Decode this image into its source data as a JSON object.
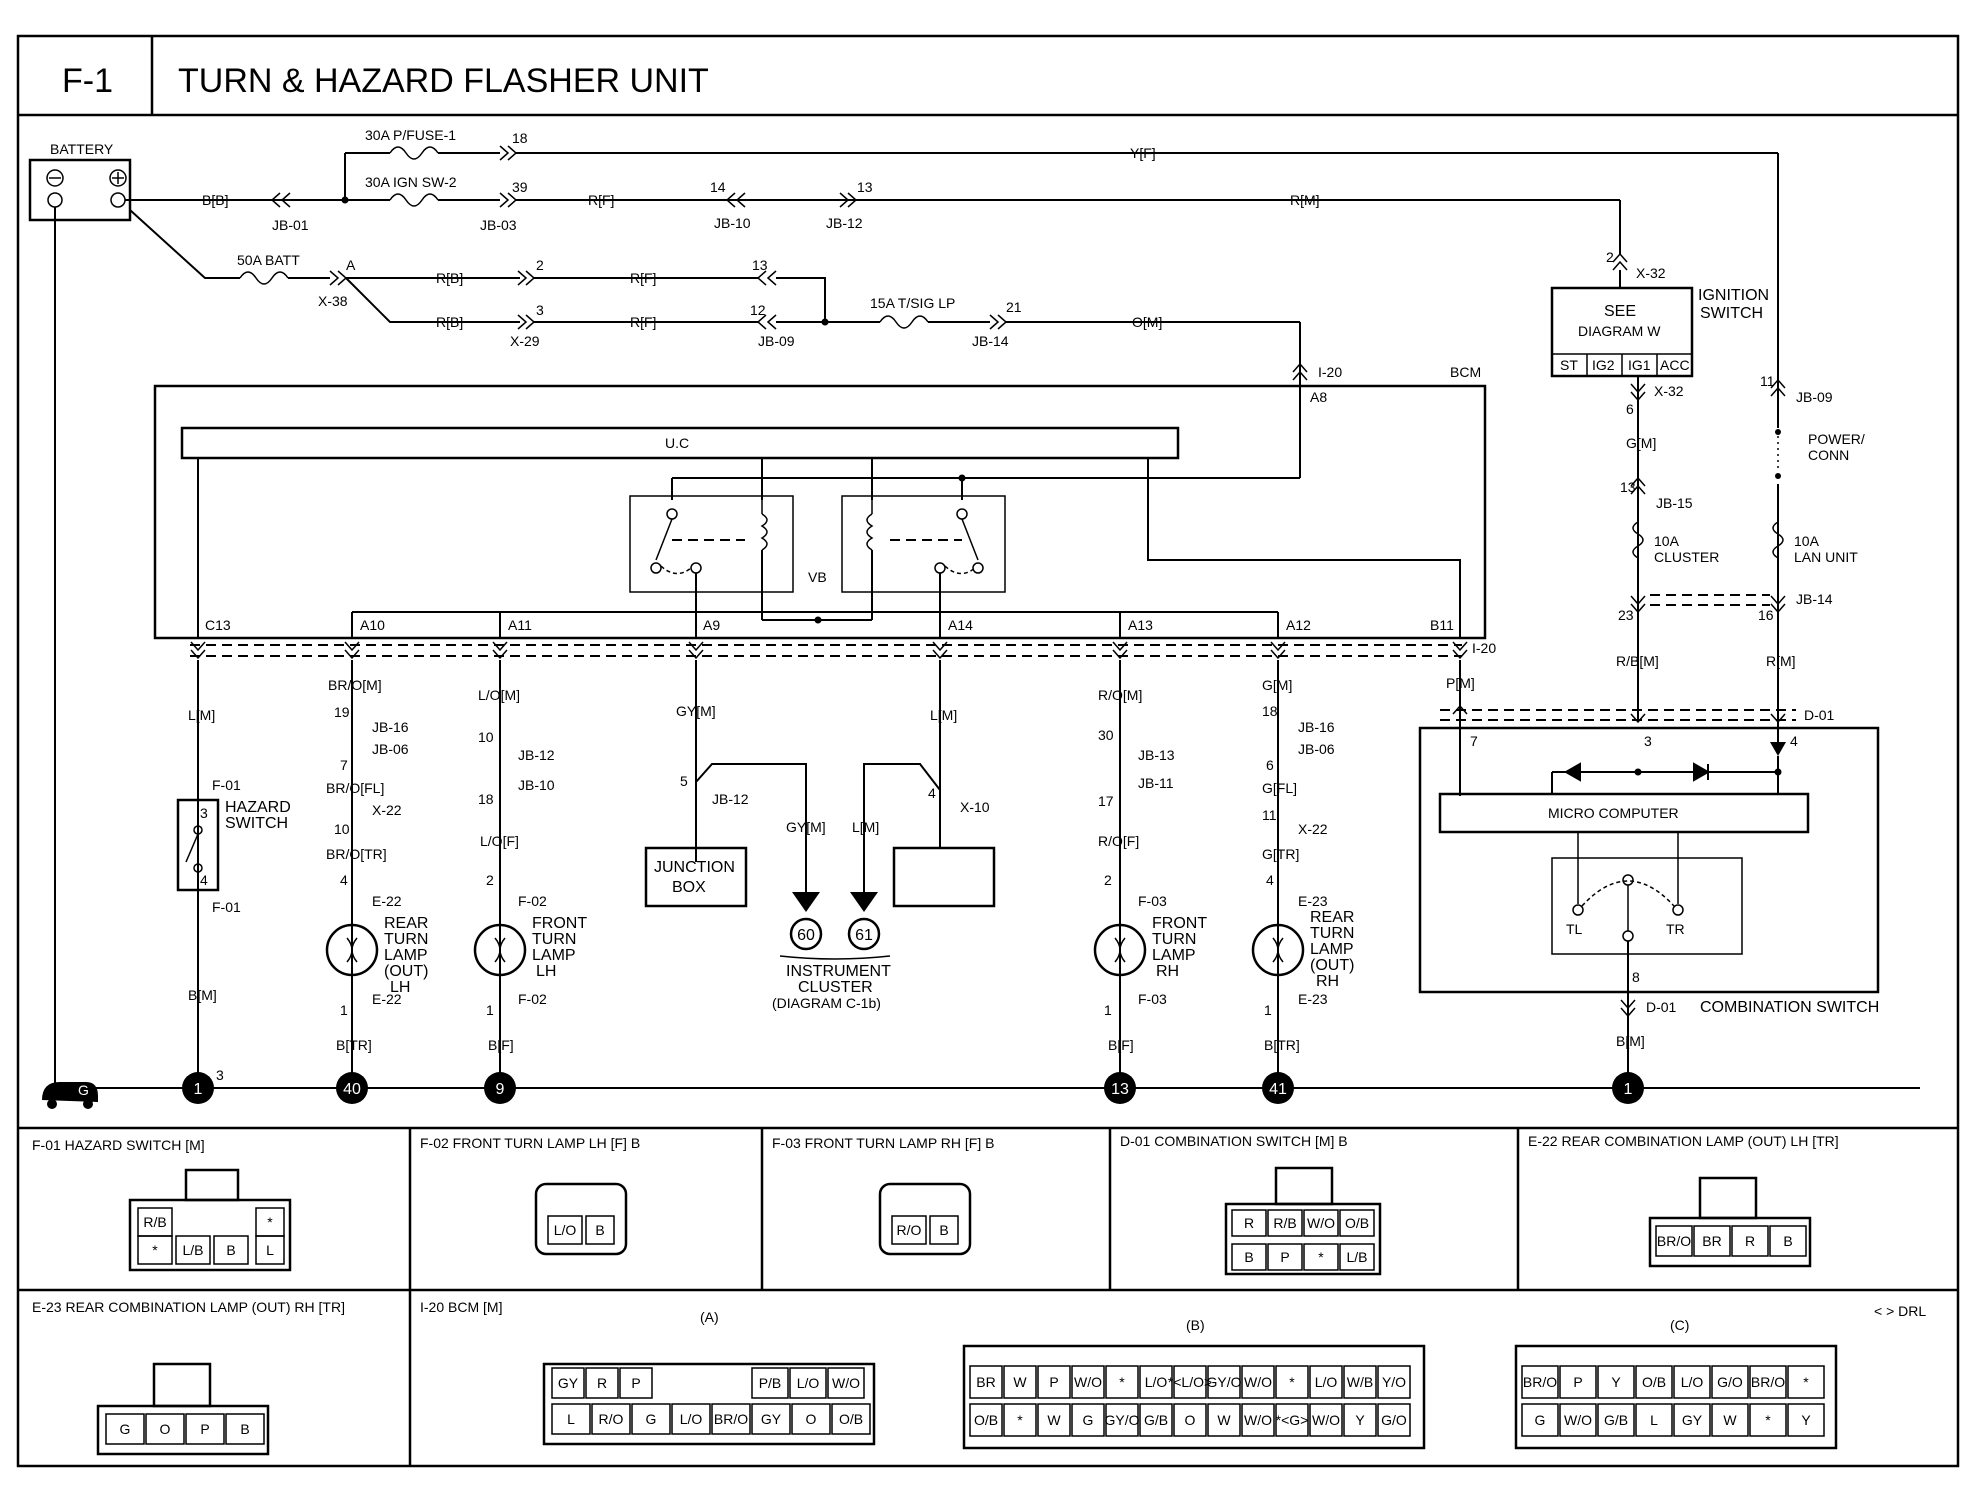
{
  "header": {
    "code": "F-1",
    "title": "TURN & HAZARD FLASHER UNIT"
  },
  "top": {
    "battery": "BATTERY",
    "fuse_pfuse": "30A P/FUSE-1",
    "fuse_ign": "30A IGN SW-2",
    "fuse_batt": "50A BATT",
    "fuse_tsig": "15A T/SIG LP",
    "jb01": "JB-01",
    "jb03": "JB-03",
    "jb10": "JB-10",
    "jb12": "JB-12",
    "jb09": "JB-09",
    "jb14": "JB-14",
    "x38": "X-38",
    "x29": "X-29",
    "x32": "X-32",
    "i20": "I-20",
    "bcm": "BCM",
    "uc": "U.C",
    "vb": "VB",
    "w_b": "B[B]",
    "w_yf": "Y[F]",
    "w_rf": "R[F]",
    "w_rm": "R[M]",
    "w_rb": "R[B]",
    "w_om": "O[M]",
    "n18": "18",
    "n39": "39",
    "n14": "14",
    "n13": "13",
    "na": "A",
    "n2": "2",
    "n3": "3",
    "n12": "12",
    "n21": "21",
    "na8": "A8"
  },
  "ignition": {
    "see": "SEE",
    "diagram": "DIAGRAM W",
    "label1": "IGNITION",
    "label2": "SWITCH",
    "pins": [
      "ST",
      "IG2",
      "IG1",
      "ACC"
    ]
  },
  "right": {
    "power1": "POWER/",
    "power2": "CONN",
    "fuse_cluster1": "10A",
    "fuse_cluster2": "CLUSTER",
    "fuse_lan1": "10A",
    "fuse_lan2": "LAN UNIT",
    "jb15": "JB-15",
    "jb09": "JB-09",
    "jb14": "JB-14",
    "x32": "X-32",
    "gm": "G[M]",
    "rbm": "R/B[M]",
    "rm": "R[M]",
    "d01": "D-01",
    "micro": "MICRO COMPUTER",
    "tl": "TL",
    "tr": "TR",
    "combo": "COMBINATION SWITCH",
    "bm": "B[M]",
    "n6": "6",
    "n13": "13",
    "n23": "23",
    "n11": "11",
    "n16": "16",
    "n3": "3",
    "n4": "4",
    "n7": "7",
    "n8": "8",
    "n1": "1",
    "pm": "P[M]"
  },
  "columns": [
    {
      "pin": "C13",
      "wire": "L[M]",
      "parts": [
        "F-01",
        "HAZARD",
        "SWITCH",
        "F-01"
      ],
      "gnd_wire": "B[M]",
      "ground": "1",
      "gsub": "3",
      "n3": "3",
      "n4": "4"
    },
    {
      "pin": "A10",
      "wire": "BR/O[M]",
      "j1": "JB-16",
      "j2": "JB-06",
      "w2": "BR/O[FL]",
      "x": "X-22",
      "w3": "BR/O[TR]",
      "e": "E-22",
      "lamp": [
        "REAR",
        "TURN",
        "LAMP",
        "(OUT)",
        "LH"
      ],
      "gnd_wire": "B[TR]",
      "ground": "40",
      "n19": "19",
      "n7": "7",
      "n10": "10",
      "n4": "4",
      "n1": "1"
    },
    {
      "pin": "A11",
      "wire": "L/O[M]",
      "j1": "JB-12",
      "j2": "JB-10",
      "w2": "L/O[F]",
      "e": "F-02",
      "lamp": [
        "FRONT",
        "TURN",
        "LAMP",
        "LH"
      ],
      "gnd_wire": "B[F]",
      "ground": "9",
      "n10": "10",
      "n18": "18",
      "n2": "2",
      "n1": "1"
    },
    {
      "pin": "A9",
      "wire": "GY[M]",
      "j": "JB-12",
      "box": [
        "JUNCTION",
        "BOX"
      ],
      "w2": "GY[M]",
      "n5": "5"
    },
    {
      "pin": "A14",
      "wire": "L[M]",
      "x": "X-10",
      "w2": "L[M]",
      "n4": "4"
    },
    {
      "pin": "A13",
      "wire": "R/O[M]",
      "j1": "JB-13",
      "j2": "JB-11",
      "w2": "R/O[F]",
      "e": "F-03",
      "lamp": [
        "FRONT",
        "TURN",
        "LAMP",
        "RH"
      ],
      "gnd_wire": "B[F]",
      "ground": "13",
      "n30": "30",
      "n17": "17",
      "n2": "2",
      "n1": "1"
    },
    {
      "pin": "A12",
      "wire": "G[M]",
      "j1": "JB-16",
      "j2": "JB-06",
      "w2": "G[FL]",
      "x": "X-22",
      "w3": "G[TR]",
      "e": "E-23",
      "lamp": [
        "REAR",
        "TURN",
        "LAMP",
        "(OUT)",
        "RH"
      ],
      "gnd_wire": "B[TR]",
      "ground": "41",
      "n18": "18",
      "n6": "6",
      "n11": "11",
      "n4": "4",
      "n1": "1"
    },
    {
      "pin": "B11",
      "wire": "P[M]"
    }
  ],
  "cluster": {
    "c60": "60",
    "c61": "61",
    "l1": "INSTRUMENT",
    "l2": "CLUSTER",
    "l3": "(DIAGRAM C-1b)"
  },
  "ground_g": "G",
  "connectors": [
    {
      "title": "F-01 HAZARD SWITCH [M]"
    },
    {
      "title": "F-02 FRONT TURN LAMP LH [F] B"
    },
    {
      "title": "F-03 FRONT TURN LAMP RH [F] B"
    },
    {
      "title": "D-01 COMBINATION SWITCH [M] B"
    },
    {
      "title": "E-22 REAR COMBINATION LAMP (OUT) LH [TR]"
    },
    {
      "title": "E-23 REAR COMBINATION LAMP (OUT) RH [TR]"
    },
    {
      "title": "I-20 BCM [M]"
    }
  ],
  "conn_pins": {
    "f01": [
      "R/B",
      "*",
      "*",
      "L/B",
      "B",
      "L"
    ],
    "f02": [
      "L/O",
      "B"
    ],
    "f03": [
      "R/O",
      "B"
    ],
    "d01": [
      "R",
      "R/B",
      "W/O",
      "O/B",
      "B",
      "P",
      "*",
      "L/B"
    ],
    "e22": [
      "BR/O",
      "BR",
      "R",
      "B"
    ],
    "e23": [
      "G",
      "O",
      "P",
      "B"
    ],
    "i20a": [
      "GY",
      "R",
      "P",
      "P/B",
      "L/O",
      "W/O",
      "L",
      "R/O",
      "G",
      "L/O",
      "BR/O",
      "GY",
      "O",
      "O/B"
    ],
    "i20b_top": [
      "BR",
      "W",
      "P",
      "W/O",
      "*",
      "L/O",
      "*<L/O>",
      "GY/O",
      "W/O",
      "*",
      "L/O",
      "W/B",
      "Y/O"
    ],
    "i20b_bot": [
      "O/B",
      "*",
      "W",
      "G",
      "GY/O",
      "G/B",
      "O",
      "W",
      "W/O",
      "*<G>",
      "W/O",
      "Y",
      "G/O"
    ],
    "i20c_top": [
      "BR/O",
      "P",
      "Y",
      "O/B",
      "L/O",
      "G/O",
      "BR/O",
      "*"
    ],
    "i20c_bot": [
      "G",
      "W/O",
      "G/B",
      "L",
      "GY",
      "W",
      "*",
      "Y"
    ]
  },
  "sub_labels": {
    "a": "(A)",
    "b": "(B)",
    "c": "(C)",
    "drl": "< > DRL"
  }
}
